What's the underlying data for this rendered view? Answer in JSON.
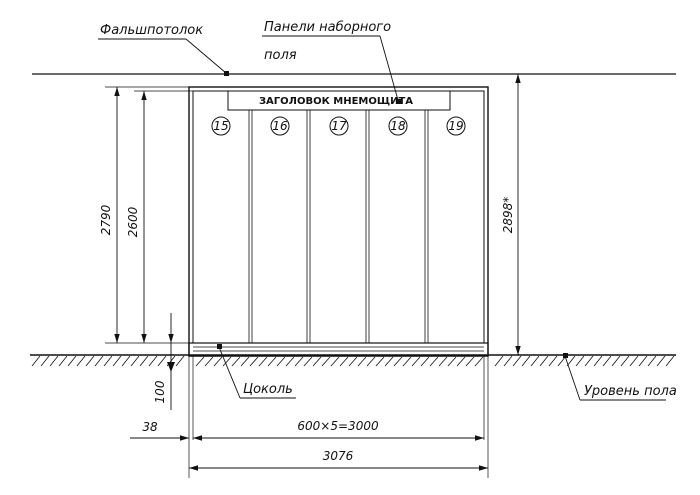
{
  "labels": {
    "false_ceiling": "Фальшпотолок",
    "panels_line1": "Панели наборного",
    "panels_line2": "поля",
    "header_title": "ЗАГОЛОВОК МНЕМОЩИТА",
    "plinth": "Цоколь",
    "floor_level": "Уровень пола"
  },
  "panel_numbers": [
    "15",
    "16",
    "17",
    "18",
    "19"
  ],
  "dimensions": {
    "height_total": "2790",
    "height_panels": "2600",
    "height_ceiling": "2898*",
    "plinth_height": "100",
    "plinth_offset": "38",
    "width_panels": "600x5=3000",
    "width_total": "3076"
  }
}
